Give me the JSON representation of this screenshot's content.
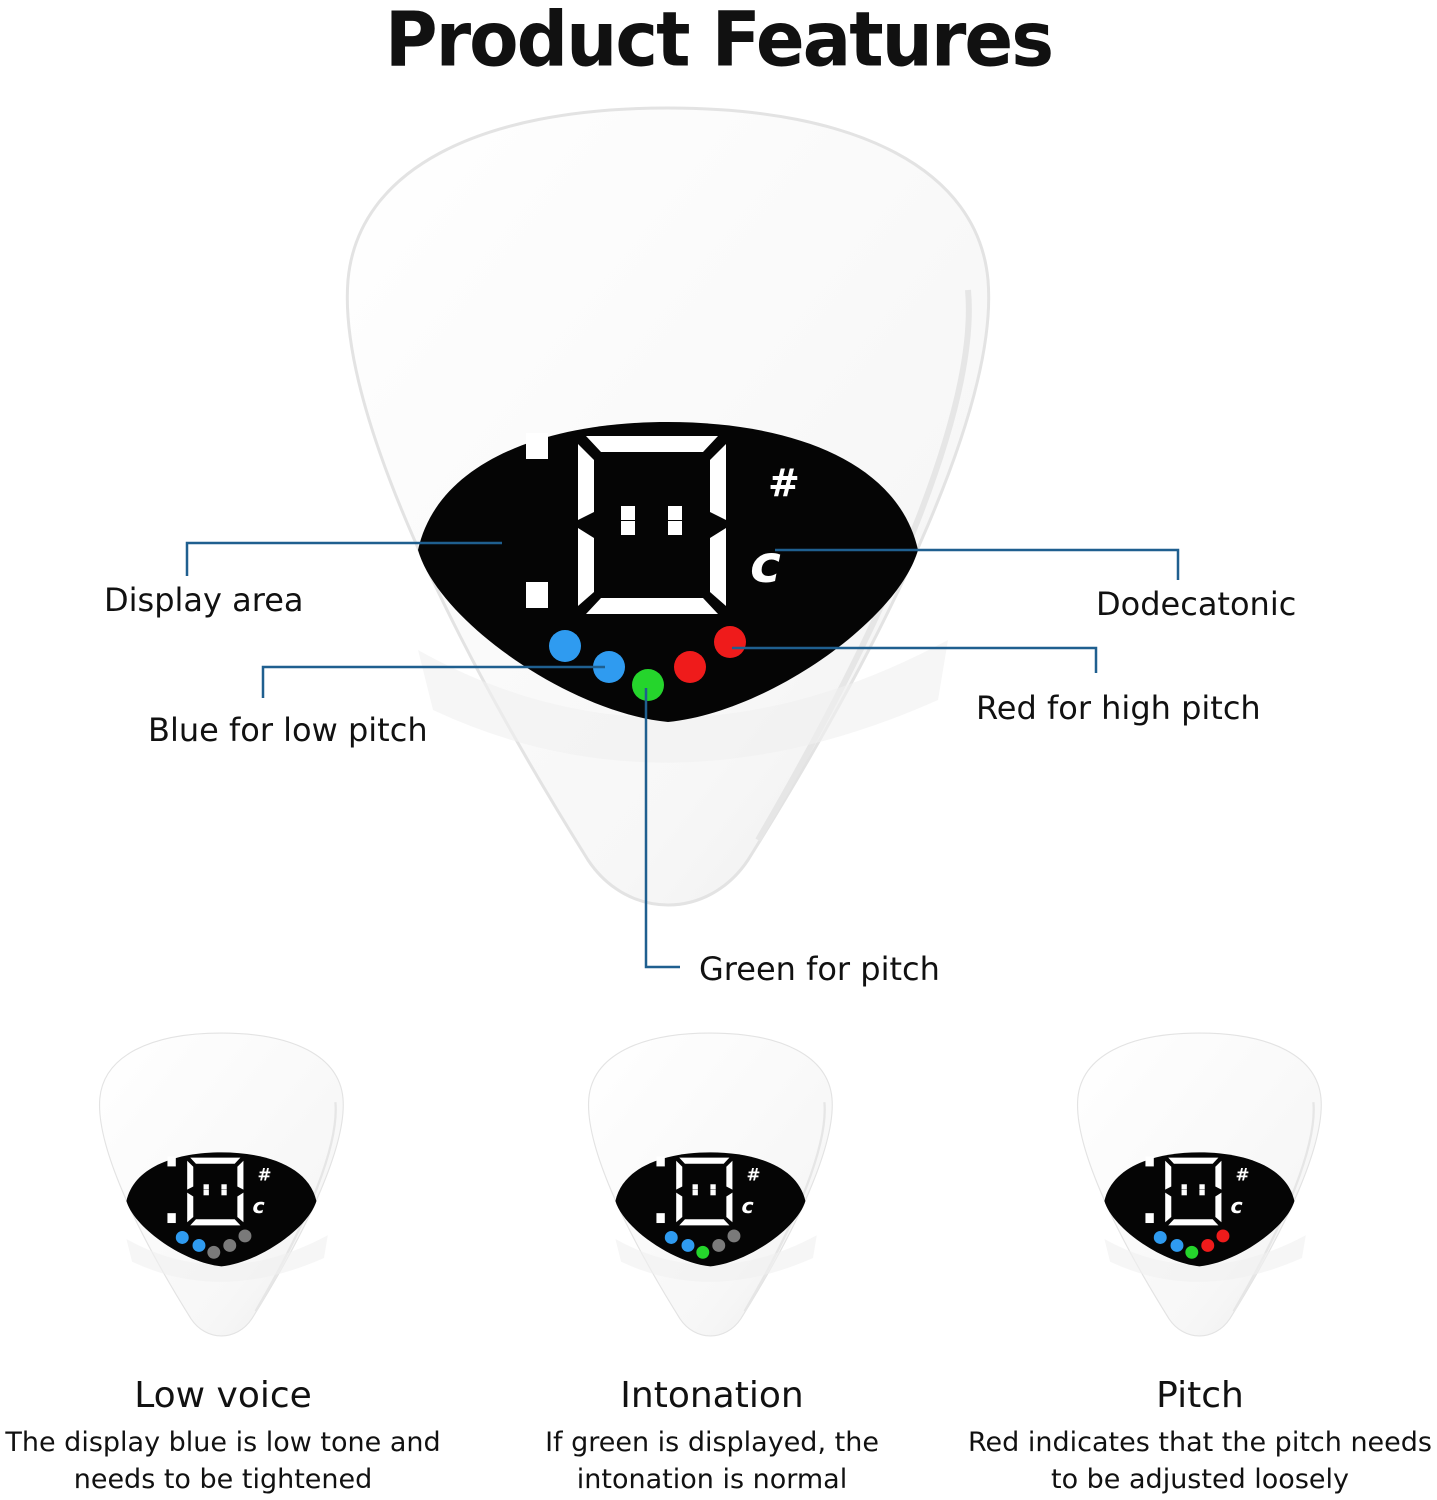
{
  "title": "Product Features",
  "display": {
    "sharp_symbol": "#",
    "note_symbol": "c"
  },
  "callouts": {
    "display_area": "Display area",
    "dodecatonic": "Dodecatonic",
    "blue_low": "Blue for low pitch",
    "red_high": "Red for high pitch",
    "green_pitch": "Green for pitch"
  },
  "colors": {
    "blue": "#2f9bf0",
    "green": "#25d52c",
    "red": "#ef1b1b",
    "gray": "#7a7a7a",
    "leader": "#1f5f8f",
    "screen": "#050505"
  },
  "states": [
    {
      "title": "Low voice",
      "description": [
        "The display blue is low tone and",
        "needs to be tightened"
      ],
      "leds": [
        "blue",
        "blue",
        "gray",
        "gray",
        "gray"
      ]
    },
    {
      "title": "Intonation",
      "description": [
        "If green is displayed, the",
        "intonation is normal"
      ],
      "leds": [
        "blue",
        "blue",
        "green",
        "gray",
        "gray"
      ]
    },
    {
      "title": "Pitch",
      "description": [
        "Red indicates that the pitch needs",
        "to be adjusted loosely"
      ],
      "leds": [
        "blue",
        "blue",
        "green",
        "red",
        "red"
      ]
    }
  ]
}
